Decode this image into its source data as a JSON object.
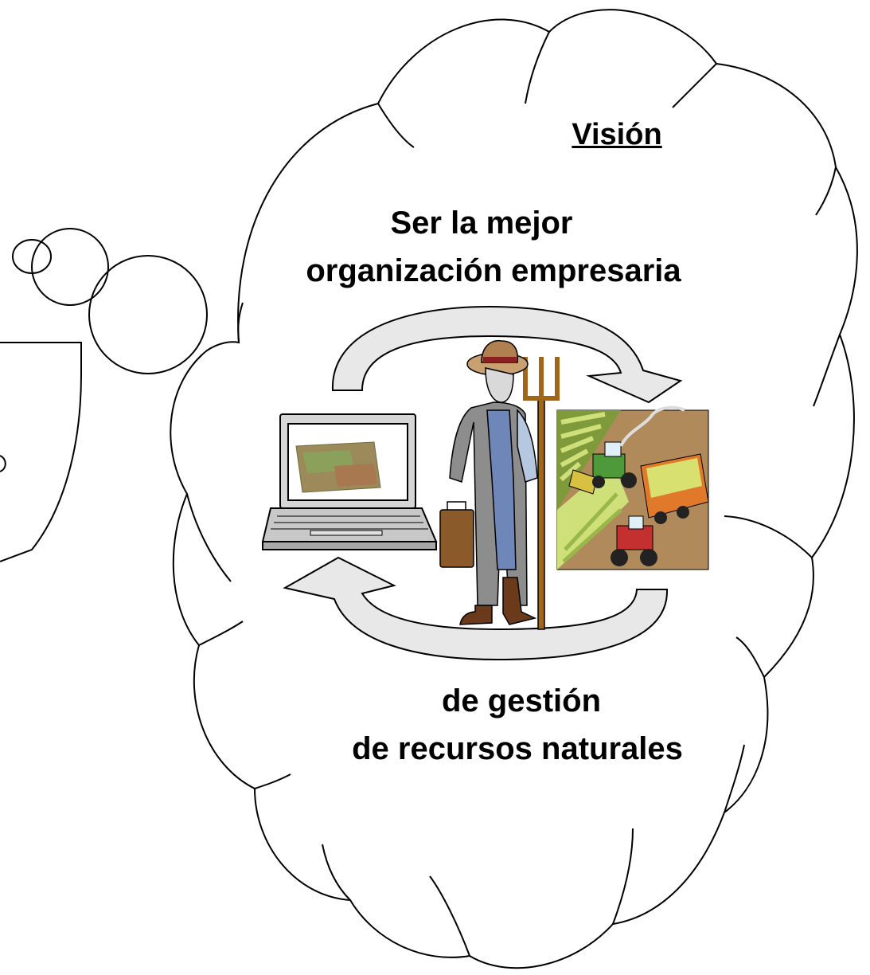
{
  "vision": {
    "title": "Visión",
    "statement_top": [
      "Ser la mejor",
      "organización empresaria"
    ],
    "statement_bottom": [
      "de gestión",
      "de recursos naturales"
    ]
  },
  "colors": {
    "outline": "#000000",
    "arrow_fill": "#e8e8e8",
    "suit": "#8d8d8d",
    "overalls": "#6f86b8",
    "pitchfork": "#a0661a",
    "hat": "#c9a070",
    "tractor_red": "#c43030",
    "harvester_green": "#4e9a3a",
    "trailer_orange": "#e07a2a",
    "field_light": "#cfe07a",
    "field_dark": "#7f9a3a",
    "soil": "#b08a5a"
  },
  "icons": [
    "cloud-shape",
    "thought-bubble-icon",
    "cycle-arrow-top-icon",
    "cycle-arrow-bottom-icon",
    "laptop-icon",
    "farmer-icon",
    "farm-field-icon"
  ]
}
